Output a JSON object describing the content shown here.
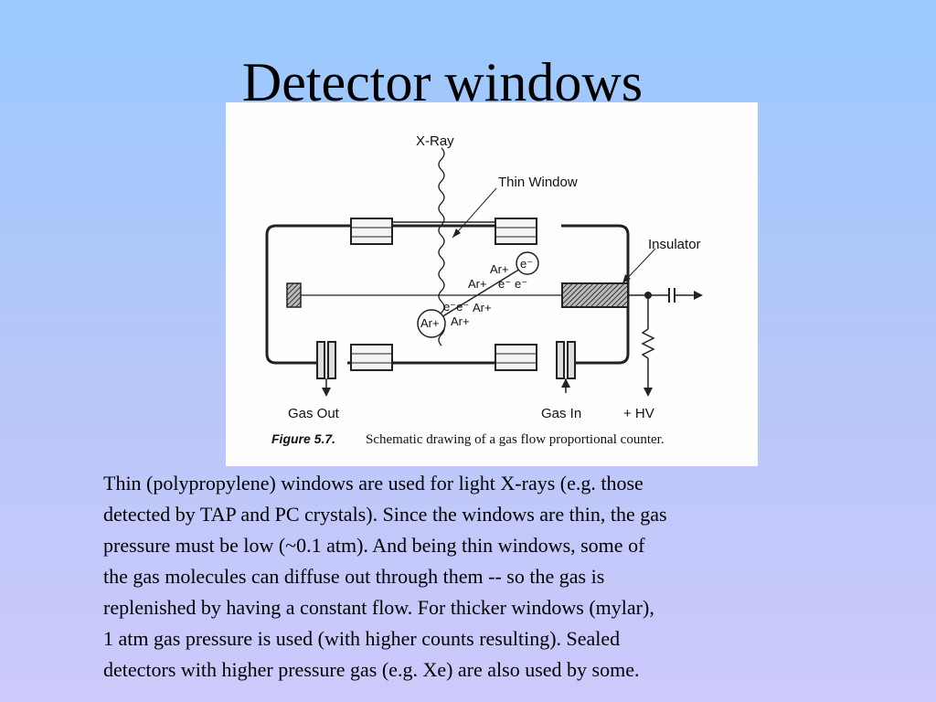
{
  "slide": {
    "title": "Detector windows",
    "figure": {
      "labels": {
        "xray": "X-Ray",
        "thin_window": "Thin Window",
        "insulator": "Insulator",
        "gas_out": "Gas Out",
        "gas_in": "Gas In",
        "hv": "+ HV"
      },
      "ions": {
        "ar1": "Ar+",
        "ar2": "Ar+",
        "ar3": "Ar+",
        "ar_circle": "Ar+",
        "ar5": "Ar+",
        "e_circle": "e⁻",
        "e1": "e⁻",
        "e2": "e⁻",
        "e3": "e⁻e⁻"
      },
      "caption_bold": "Figure 5.7.",
      "caption_text": "Schematic drawing of a gas flow proportional counter."
    },
    "body_lines": [
      "Thin (polypropylene) windows are used for light X-rays (e.g. those",
      "detected by TAP and PC crystals). Since the windows are thin, the gas",
      "pressure must be low (~0.1 atm). And being thin windows, some of",
      "the gas molecules can diffuse out through them -- so the gas is",
      "replenished by having a constant flow. For thicker windows (mylar),",
      "1 atm gas pressure is used (with higher counts resulting). Sealed",
      "detectors with higher pressure gas (e.g. Xe) are also used by some."
    ]
  }
}
